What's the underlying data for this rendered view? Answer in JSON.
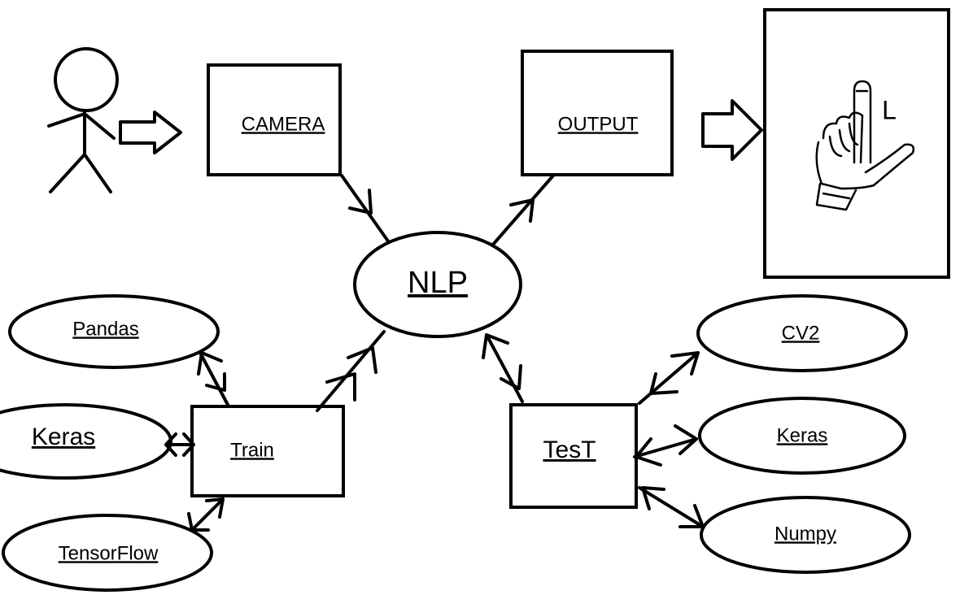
{
  "diagram": {
    "camera": "CAMERA",
    "output": "OUTPUT",
    "nlp": "NLP",
    "train": "Train",
    "test": "TesT",
    "pandas": "Pandas",
    "keras_train": "Keras",
    "tensorflow": "TensorFlow",
    "cv2": "CV2",
    "keras_test": "Keras",
    "numpy": "Numpy",
    "sign_letter": "L"
  },
  "colors": {
    "ink": "#000000",
    "background": "#ffffff"
  },
  "icons": [
    "user-stick-figure-icon",
    "hollow-arrow-right-icon",
    "asl-letter-l-hand-icon"
  ]
}
